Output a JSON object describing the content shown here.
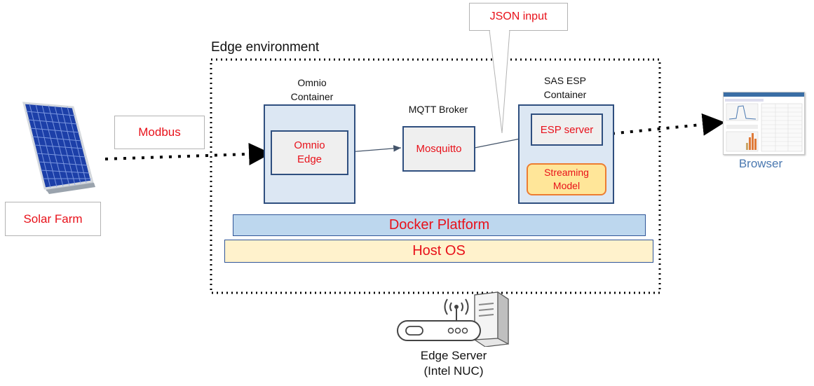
{
  "callouts": {
    "json_input": "JSON input",
    "modbus": "Modbus",
    "solar_farm": "Solar Farm"
  },
  "edge_env": {
    "title": "Edge environment"
  },
  "omnio": {
    "container_label": "Omnio\nContainer",
    "edge_label": "Omnio\nEdge"
  },
  "mqtt": {
    "broker_label": "MQTT Broker",
    "mosquitto_label": "Mosquitto"
  },
  "esp": {
    "container_label": "SAS ESP\nContainer",
    "server_label": "ESP server",
    "model_label": "Streaming\nModel"
  },
  "platform": {
    "docker_label": "Docker Platform",
    "host_label": "Host OS"
  },
  "browser": {
    "label": "Browser"
  },
  "edge_server": {
    "label": "Edge Server\n(Intel NUC)"
  },
  "colors": {
    "red_text": "#e8111a",
    "browser_text": "#4a78b0",
    "docker_fill": "#bdd7ee",
    "host_fill": "#fff2cc",
    "model_fill": "#ffe699",
    "model_border": "#ed7d31"
  }
}
